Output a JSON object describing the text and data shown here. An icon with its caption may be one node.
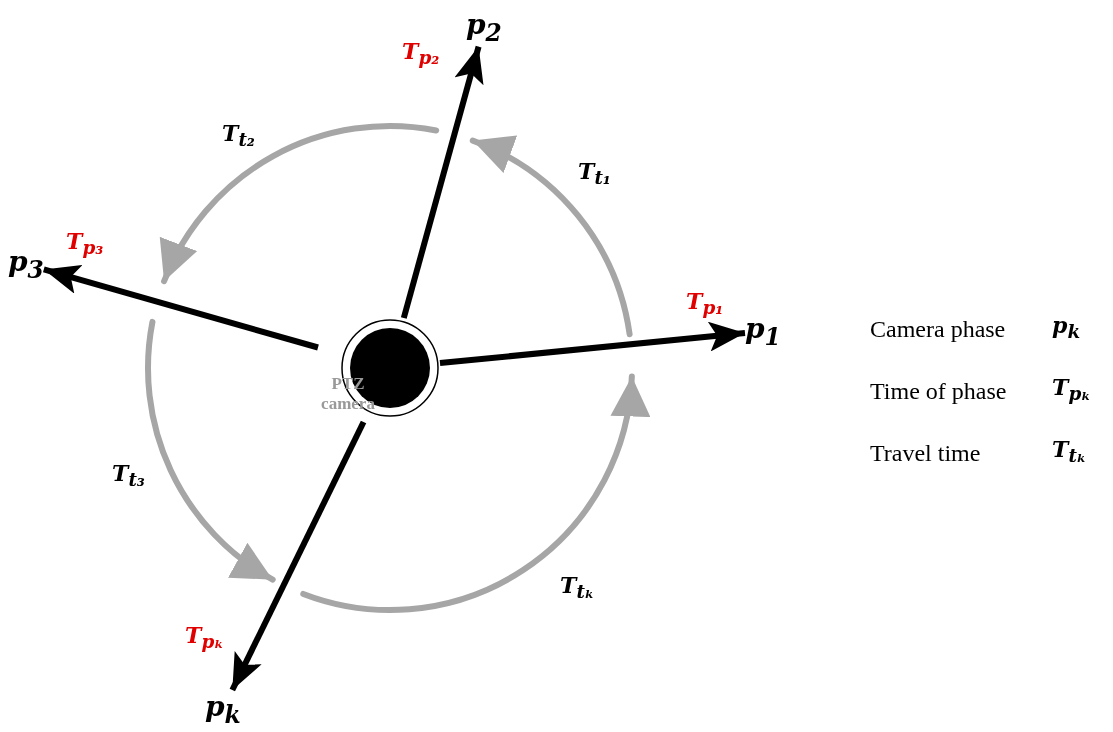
{
  "diagram": {
    "nodes": [
      {
        "text": [
          "PTZ camera"
        ]
      },
      {
        "text": [
          "p$_{1}$"
        ],
        "beside": [
          "T$_{p₁}$"
        ]
      },
      {
        "text": [
          "p$_{2}$"
        ],
        "beside": [
          "T$_{p₂}$"
        ]
      },
      {
        "text": [
          "p$_{3}$"
        ],
        "beside": [
          "T$_{p₃}$"
        ]
      },
      {
        "text": [
          "p$_{k}$"
        ],
        "beside": [
          "T$_{pₖ}$"
        ]
      }
    ],
    "edges": [
      {
        "from": 0,
        "to": 1,
        "arrow": "to"
      },
      {
        "from": 0,
        "to": 2,
        "arrow": "to"
      },
      {
        "from": 0,
        "to": 3,
        "arrow": "to"
      },
      {
        "from": 0,
        "to": 4,
        "arrow": "to"
      },
      {
        "from": 1,
        "to": 2,
        "arrow": "to",
        "label": "T$_{t₁}$",
        "color": "#a6a6a6"
      },
      {
        "from": 2,
        "to": 3,
        "arrow": "to",
        "label": "T$_{t₂}$",
        "color": "#a6a6a6"
      },
      {
        "from": 3,
        "to": 4,
        "arrow": "to",
        "label": "T$_{t₃}$",
        "color": "#a6a6a6"
      },
      {
        "from": 4,
        "to": 1,
        "arrow": "to",
        "label": "T$_{tₖ}$",
        "color": "#a6a6a6"
      }
    ],
    "labels": [
      "Camera phase",
      "p$_{k}$",
      "Time of phase",
      "T$_{pₖ}$",
      "Travel time",
      "T$_{tₖ}$"
    ]
  }
}
